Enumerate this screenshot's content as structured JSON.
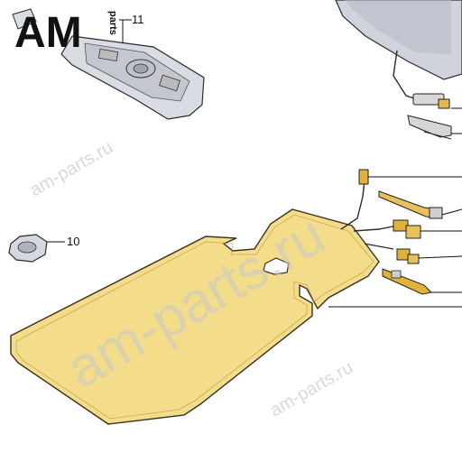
{
  "logo": {
    "letters": "AM",
    "sub": "parts"
  },
  "watermark": {
    "main": "am-parts.ru",
    "small": "am-parts.ru"
  },
  "callouts": {
    "item_11": "11",
    "item_10": "10"
  },
  "colors": {
    "mat_fill": "#f3dc8a",
    "mat_stroke": "#3a3020",
    "connector": "#e0b23a",
    "watermark": "#c9c9c9",
    "housing": "#d2d6de"
  }
}
